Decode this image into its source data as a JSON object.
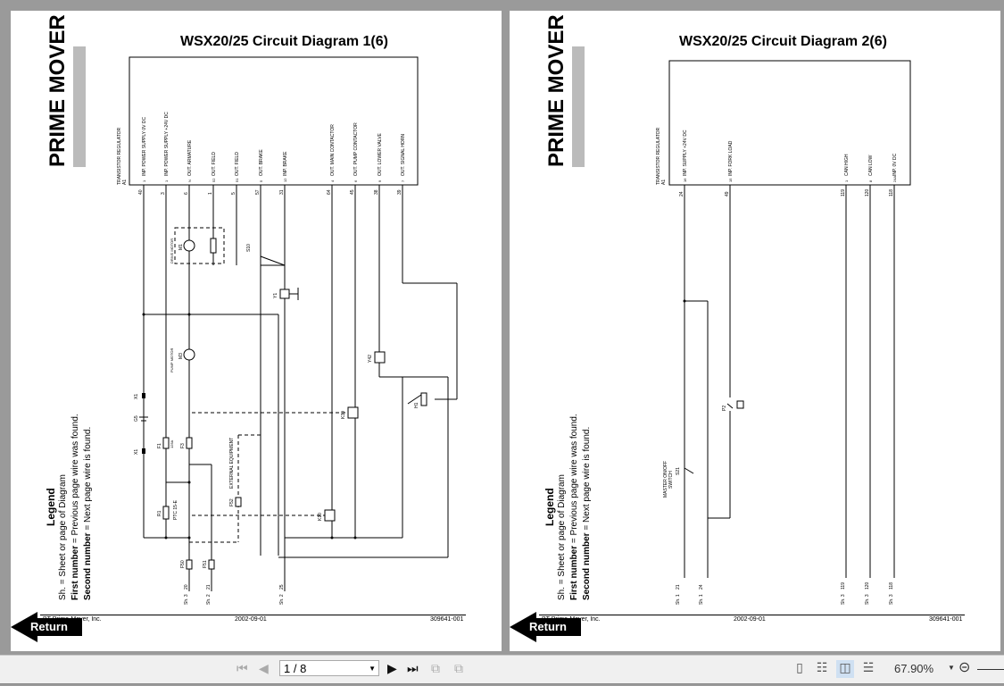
{
  "pages": [
    {
      "title": "WSX20/25 Circuit Diagram 1(6)",
      "logo": "PRIME MOVER",
      "regulator_label": "TRANSISTOR REGULATOR",
      "regulator_id": "A1",
      "columns": [
        {
          "label": "INP. POWER SUPPLY 0V DC",
          "terminal": "1",
          "wire": "40"
        },
        {
          "label": "INP. POWER SUPPLY +24V DC",
          "terminal": "1",
          "wire": "3"
        },
        {
          "label": "OUT. ARMATURE",
          "terminal": "N",
          "wire": "6"
        },
        {
          "label": "OUT. FIELD",
          "terminal": "52",
          "wire": "1"
        },
        {
          "label": "OUT. FIELD",
          "terminal": "51",
          "wire": "5"
        },
        {
          "label": "OUT. BRAKE",
          "terminal": "5",
          "wire": "57"
        },
        {
          "label": "INP. BRAKE",
          "terminal": "12",
          "wire": "31"
        },
        {
          "label": "OUT. MAIN CONTACTOR",
          "terminal": "4",
          "wire": "64"
        },
        {
          "label": "OUT. PUMP CONTACTOR",
          "terminal": "6",
          "wire": "45"
        },
        {
          "label": "OUT. LOWER VALVE",
          "terminal": "9",
          "wire": "38"
        },
        {
          "label": "OUT. SIGNAL HORN",
          "terminal": "7",
          "wire": "39"
        }
      ],
      "components": {
        "drive_motor": "DRIVE MOTOR",
        "m1": "M1",
        "pump_motor": "PUMP MOTOR",
        "m3": "M3",
        "s10": "S10",
        "y1": "Y1",
        "x1": "X1",
        "x2": "X1",
        "g5": "G5",
        "f1": "F1",
        "f1_val": "125A",
        "f3": "F3",
        "r1": "R1",
        "ptc": "PTC 15-E",
        "k30": "K30",
        "k10": "K10",
        "y42": "Y42",
        "h1": "H1",
        "f50": "F50",
        "f51": "F51",
        "f52": "F52",
        "ext": "EXTERNAL EQUIPMENT"
      },
      "offpage": [
        {
          "wire": "20",
          "sheet": "Sh. 3"
        },
        {
          "wire": "21",
          "sheet": "Sh. 2"
        },
        {
          "wire": "25",
          "sheet": "Sh. 2"
        }
      ],
      "legend": {
        "heading": "Legend",
        "line1": "Sh. = Sheet or page of Diagram",
        "line2_bold": "First number",
        "line2": " = Previous page wire was found.",
        "line3_bold": "Second number",
        "line3": " = Next page wire is found."
      },
      "footer": {
        "company": "BT Prime-Mover, Inc.",
        "date": "2002-09-01",
        "doc": "309641-001"
      },
      "return_label": "Return"
    },
    {
      "title": "WSX20/25 Circuit Diagram 2(6)",
      "logo": "PRIME MOVER",
      "regulator_label": "TRANSISTOR REGULATOR",
      "regulator_id": "A1",
      "columns": [
        {
          "label": "INP. SUPPLY +24V DC",
          "terminal": "16",
          "wire": "24"
        },
        {
          "label": "INP. FORK LOAD",
          "terminal": "15",
          "wire": "49"
        },
        {
          "label": "CAN HIGH",
          "terminal": "1",
          "wire": "119"
        },
        {
          "label": "CAN LOW",
          "terminal": "8",
          "wire": "120"
        },
        {
          "label": "INP. 0V DC",
          "terminal": "24A",
          "wire": "118"
        }
      ],
      "components": {
        "s21": "S21",
        "master": "MASTER ON/OFF",
        "switch": "SWITCH",
        "p2": "P2"
      },
      "offpage": [
        {
          "wire": "21",
          "sheet": "Sh. 1"
        },
        {
          "wire": "24",
          "sheet": "Sh. 1"
        },
        {
          "wire": "119",
          "sheet": "Sh. 3"
        },
        {
          "wire": "120",
          "sheet": "Sh. 3"
        },
        {
          "wire": "118",
          "sheet": "Sh. 3"
        }
      ],
      "legend": {
        "heading": "Legend",
        "line1": "Sh. = Sheet or page of Diagram",
        "line2_bold": "First number",
        "line2": " = Previous page wire was found.",
        "line3_bold": "Second number",
        "line3": " = Next page wire is found."
      },
      "footer": {
        "company": "BT Prime-Mover, Inc.",
        "date": "2002-09-01",
        "doc": "309641-001"
      },
      "return_label": "Return"
    }
  ],
  "toolbar": {
    "page_value": "1 / 8",
    "zoom": "67.90%",
    "icons": [
      "first-page-icon",
      "prev-page-icon",
      "next-page-icon",
      "last-page-icon",
      "previous-view-icon",
      "next-view-icon",
      "single-page-icon",
      "continuous-icon",
      "facing-icon",
      "continuous-facing-icon",
      "zoom-out-icon"
    ],
    "active_view": "facing"
  }
}
